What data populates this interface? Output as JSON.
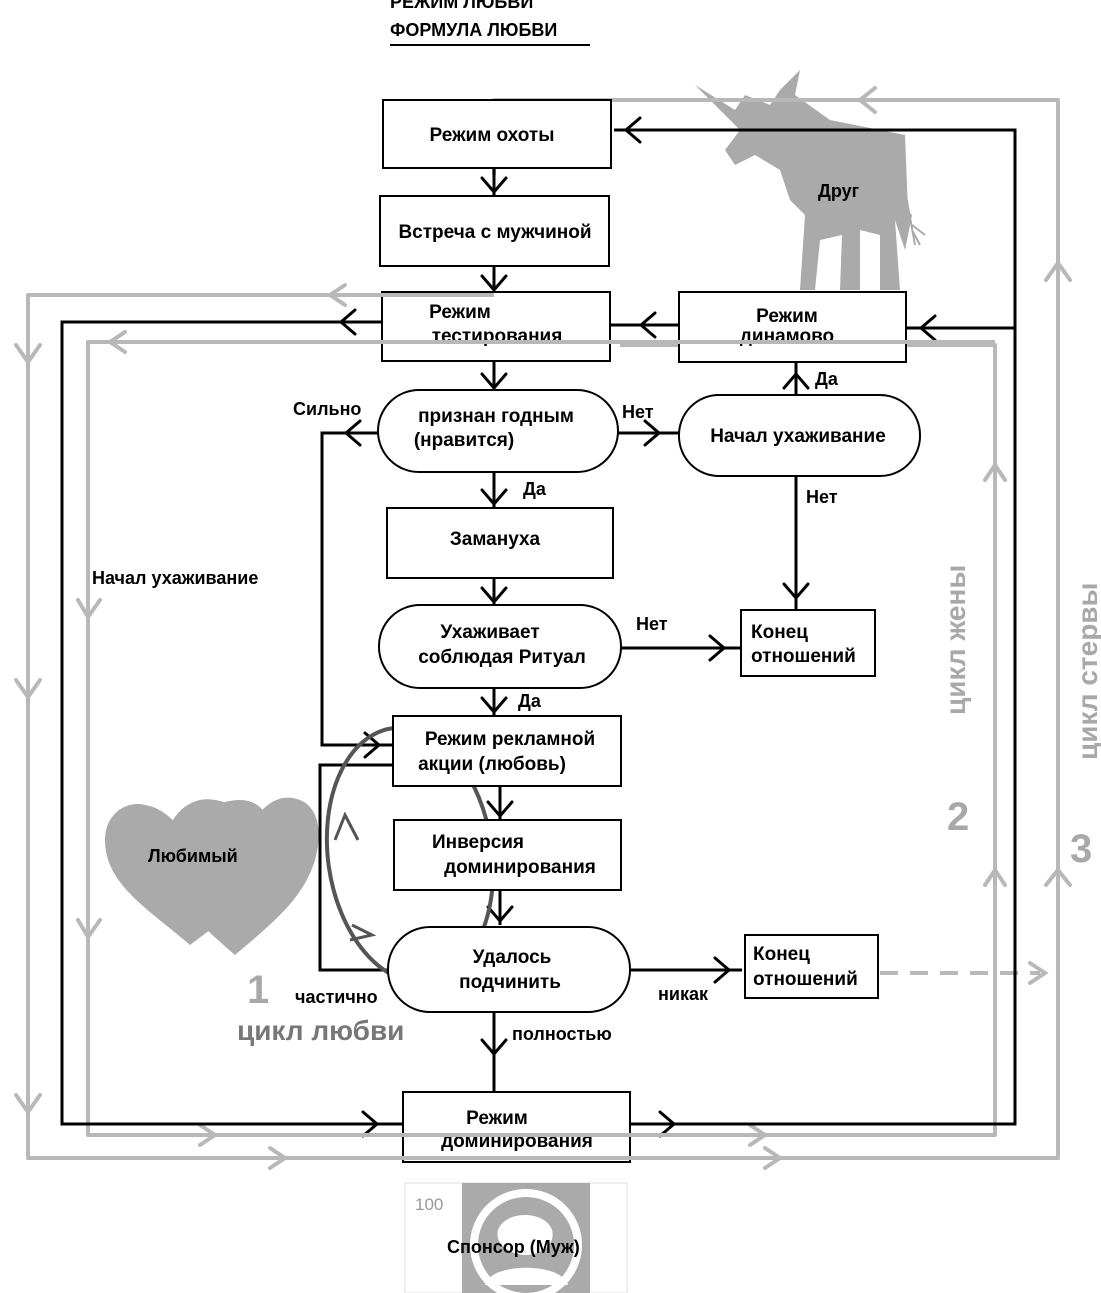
{
  "title_partial": "РЕЖИМ ЛЮБВИ",
  "title": "ФОРМУЛА ЛЮБВИ",
  "nodes": {
    "hunt": "Режим охоты",
    "meet": "Встреча с мужчиной",
    "test_l1": "Режим",
    "test_l2": "тестирования",
    "dynamo_l1": "Режим",
    "dynamo_l2": "динамово",
    "fit_l1": "признан годным",
    "fit_l2": "(нравится)",
    "court_start": "Начал ухаживание",
    "lure": "Замануха",
    "ritual_l1": "Ухаживает",
    "ritual_l2": "соблюдая Ритуал",
    "end1_l1": "Конец",
    "end1_l2": "отношений",
    "ad_l1": "Режим рекламной",
    "ad_l2": "акции (любовь)",
    "inv_l1": "Инверсия",
    "inv_l2": "доминирования",
    "subdue_l1": "Удалось",
    "subdue_l2": "подчинить",
    "end2_l1": "Конец",
    "end2_l2": "отношений",
    "dom_l1": "Режим",
    "dom_l2": "доминирования"
  },
  "labels": {
    "strong": "Сильно",
    "no1": "Нет",
    "yes1": "Да",
    "yes_dyn": "Да",
    "no2": "Нет",
    "no3": "Нет",
    "yes2": "Да",
    "court_left": "Начал ухаживание",
    "partial": "частично",
    "never": "никак",
    "fully": "полностью"
  },
  "figures": {
    "friend": "Друг",
    "beloved": "Любимый",
    "sponsor": "Спонсор (Муж)",
    "sponsor_count": "100"
  },
  "cycles": {
    "love_num": "1",
    "love_label": "цикл любви",
    "wife_num": "2",
    "wife_label": "цикл жены",
    "bitch_num": "3",
    "bitch_label": "цикл стервы"
  },
  "colors": {
    "line": "#000000",
    "gray": "#b8b8b8",
    "figure": "#aaaaaa",
    "love_loop": "#555555"
  }
}
